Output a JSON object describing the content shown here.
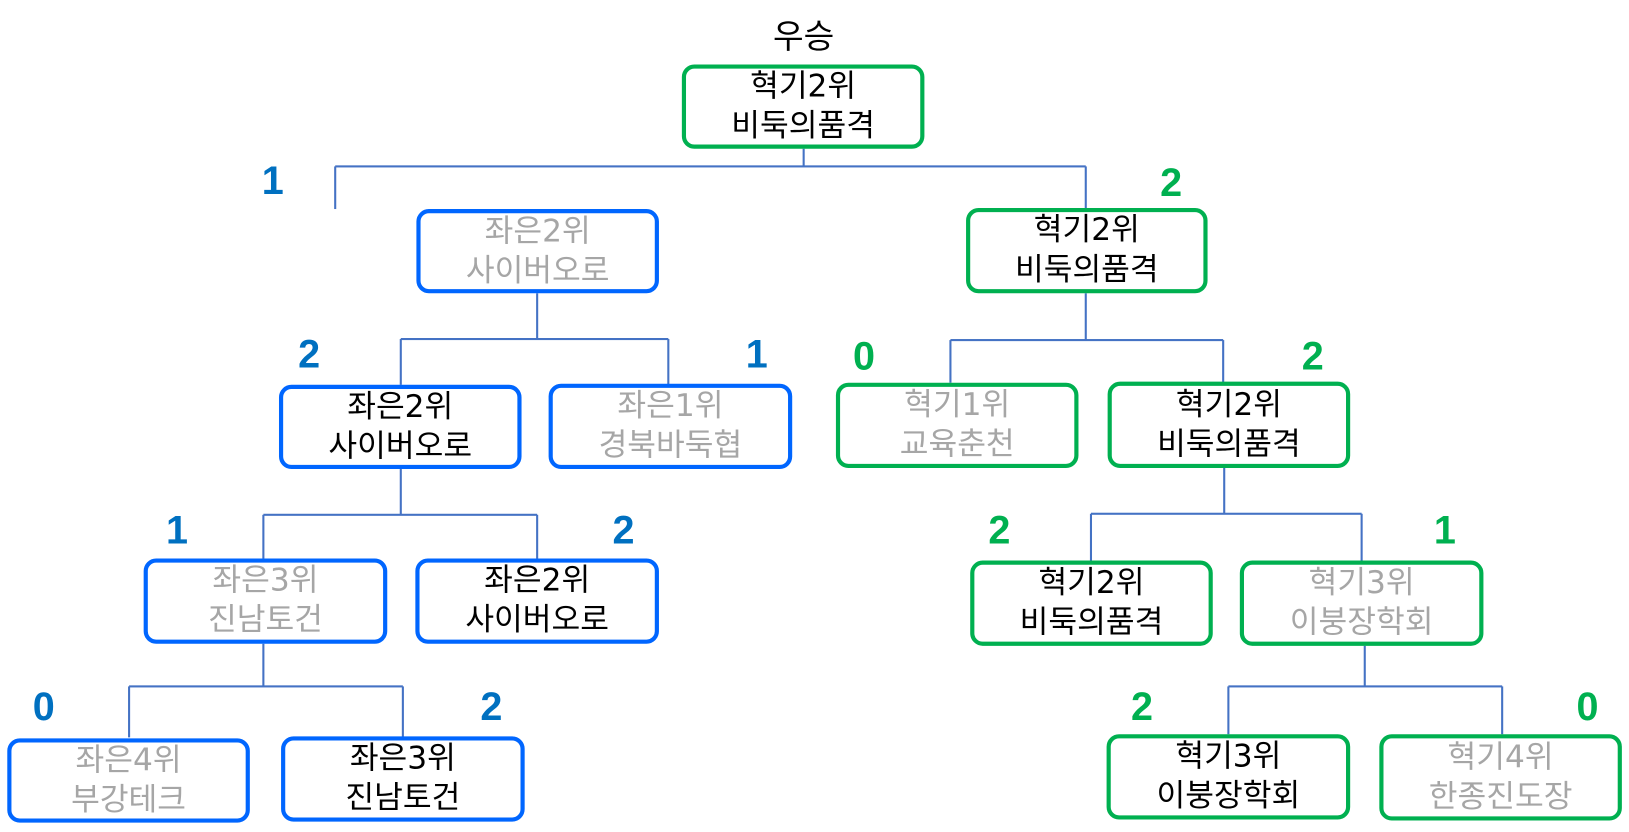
{
  "title": "우승",
  "colors": {
    "blue_border": "#0066ff",
    "blue_score": "#0070c0",
    "green": "#00b050",
    "line": "#4472c4",
    "eliminated_text": "#a6a6a6"
  },
  "nodes": [
    {
      "id": "final-winner",
      "rank": "혁기2위",
      "name": "비둑의품격",
      "team": "green",
      "eliminated": false
    },
    {
      "id": "left-r1",
      "rank": "좌은2위",
      "name": "사이버오로",
      "team": "blue",
      "eliminated": true,
      "score": "1"
    },
    {
      "id": "right-r1",
      "rank": "혁기2위",
      "name": "비둑의품격",
      "team": "green",
      "eliminated": false,
      "score": "2"
    },
    {
      "id": "left-r2a",
      "rank": "좌은2위",
      "name": "사이버오로",
      "team": "blue",
      "eliminated": false,
      "score": "2"
    },
    {
      "id": "left-r2b",
      "rank": "좌은1위",
      "name": "경북바둑협",
      "team": "blue",
      "eliminated": true,
      "score": "1"
    },
    {
      "id": "right-r2a",
      "rank": "혁기1위",
      "name": "교육춘천",
      "team": "green",
      "eliminated": true,
      "score": "0"
    },
    {
      "id": "right-r2b",
      "rank": "혁기2위",
      "name": "비둑의품격",
      "team": "green",
      "eliminated": false,
      "score": "2"
    },
    {
      "id": "left-r3a",
      "rank": "좌은3위",
      "name": "진남토건",
      "team": "blue",
      "eliminated": true,
      "score": "1"
    },
    {
      "id": "left-r3b",
      "rank": "좌은2위",
      "name": "사이버오로",
      "team": "blue",
      "eliminated": false,
      "score": "2"
    },
    {
      "id": "right-r3a",
      "rank": "혁기2위",
      "name": "비둑의품격",
      "team": "green",
      "eliminated": false,
      "score": "2"
    },
    {
      "id": "right-r3b",
      "rank": "혁기3위",
      "name": "이붕장학회",
      "team": "green",
      "eliminated": true,
      "score": "1"
    },
    {
      "id": "left-r4a",
      "rank": "좌은4위",
      "name": "부강테크",
      "team": "blue",
      "eliminated": true,
      "score": "0"
    },
    {
      "id": "left-r4b",
      "rank": "좌은3위",
      "name": "진남토건",
      "team": "blue",
      "eliminated": false,
      "score": "2"
    },
    {
      "id": "right-r4a",
      "rank": "혁기3위",
      "name": "이붕장학회",
      "team": "green",
      "eliminated": false,
      "score": "2"
    },
    {
      "id": "right-r4b",
      "rank": "혁기4위",
      "name": "한종진도장",
      "team": "green",
      "eliminated": true,
      "score": "0"
    }
  ]
}
